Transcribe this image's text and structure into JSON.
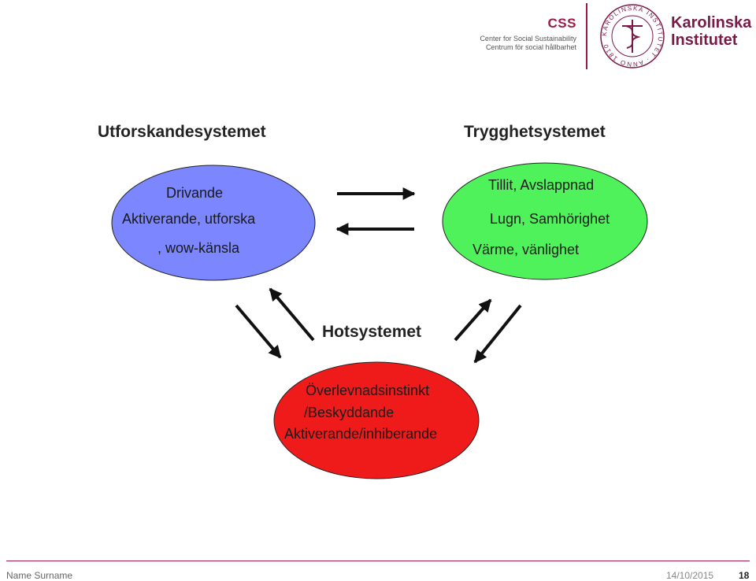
{
  "header": {
    "css_title": "CSS",
    "css_sub1": "Center for Social Sustainability",
    "css_sub2": "Centrum för social hållbarhet",
    "seal_text": "KAROLINSKA INSTITUTET · ANNO 1810",
    "ki_line1": "Karolinska",
    "ki_line2": "Institutet"
  },
  "diagram": {
    "utforskande": {
      "title": "Utforskandesystemet",
      "lines": [
        "Drivande",
        "Aktiverande, utforska",
        ", wow-känsla"
      ],
      "color": "#7b86ff"
    },
    "trygghet": {
      "title": "Trygghetsystemet",
      "lines": [
        "Tillit, Avslappnad",
        "Lugn, Samhörighet",
        "Värme, vänlighet"
      ],
      "color": "#4ff25a"
    },
    "hot": {
      "title": "Hotsystemet",
      "lines": [
        "Överlevnadsinstinkt",
        "/Beskyddande",
        "Aktiverande/inhiberande"
      ],
      "color": "#ef1b1b"
    }
  },
  "footer": {
    "name": "Name Surname",
    "date": "14/10/2015",
    "page": "18"
  }
}
